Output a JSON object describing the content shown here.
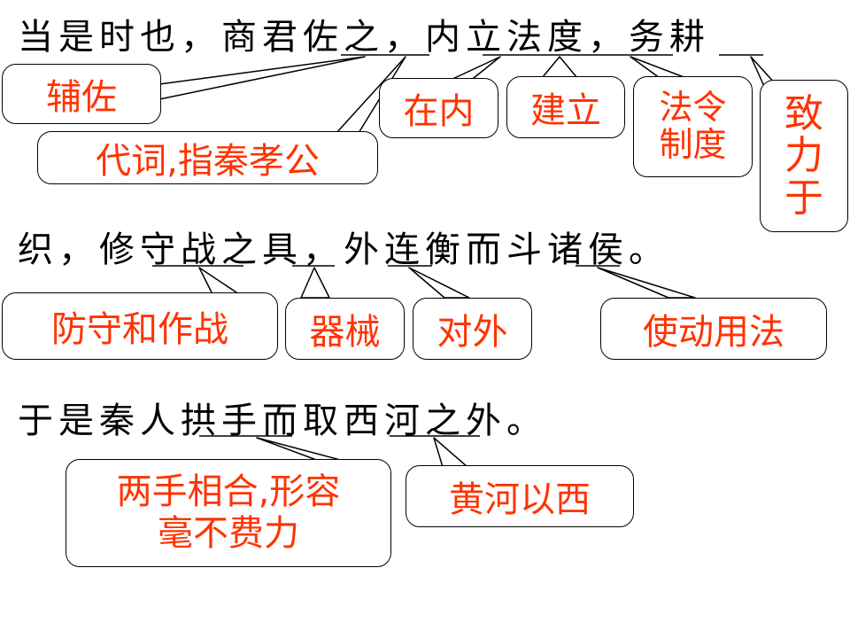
{
  "text_lines": [
    "当是时也，商君佐之，内立法度，务耕",
    "织，修守战之具，外连衡而斗诸侯。",
    "于是秦人拱手而取西河之外。"
  ],
  "annotations": {
    "fuzuo": "辅佐",
    "daici": "代词,指秦孝公",
    "zainei": "在内",
    "jianli": "建立",
    "faling": "法令制度",
    "zhili": "致力于",
    "fangshou": "防守和作战",
    "qixie": "器械",
    "duiwai": "对外",
    "shidong": "使动用法",
    "gongshou": "两手相合,形容毫不费力",
    "huanghe": "黄河以西"
  },
  "colors": {
    "annotation_text": "#ff3300",
    "body_text": "#000000"
  }
}
